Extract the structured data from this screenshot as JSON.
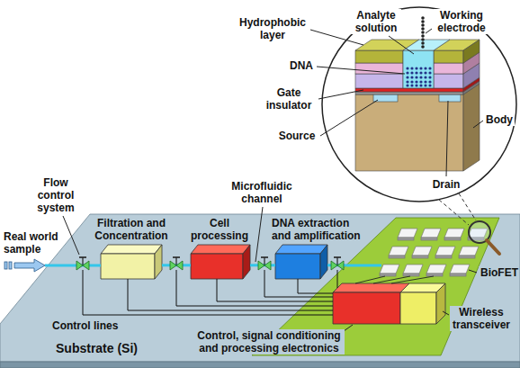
{
  "diagram": {
    "nodes": [
      {
        "text": [
          "Substrate (Si)"
        ]
      },
      {
        "text": [
          "Filtration and Concentration"
        ],
        "in": 0
      },
      {
        "text": [
          "Cell processing"
        ],
        "in": 0
      },
      {
        "text": [
          "DNA extraction and amplification"
        ],
        "in": 0
      },
      {
        "text": [
          "BioFET"
        ],
        "in": 0
      },
      {
        "text": [
          "Control, signal conditioning and processing electronics"
        ],
        "in": 4
      },
      {
        "text": [
          "Wireless transceiver"
        ],
        "in": 4
      }
    ],
    "edges": [
      {
        "from": 1,
        "to": 2,
        "arrow": "none"
      },
      {
        "from": 2,
        "to": 3,
        "arrow": "none"
      },
      {
        "from": 3,
        "to": 4,
        "arrow": "none"
      }
    ],
    "labels": [
      "Hydrophobic layer",
      "Analyte solution",
      "Working electrode",
      "DNA",
      "Gate insulator",
      "Source",
      "Drain",
      "Body",
      "Flow control system",
      "Microfluidic channel",
      "Real world sample",
      "Control lines"
    ]
  }
}
